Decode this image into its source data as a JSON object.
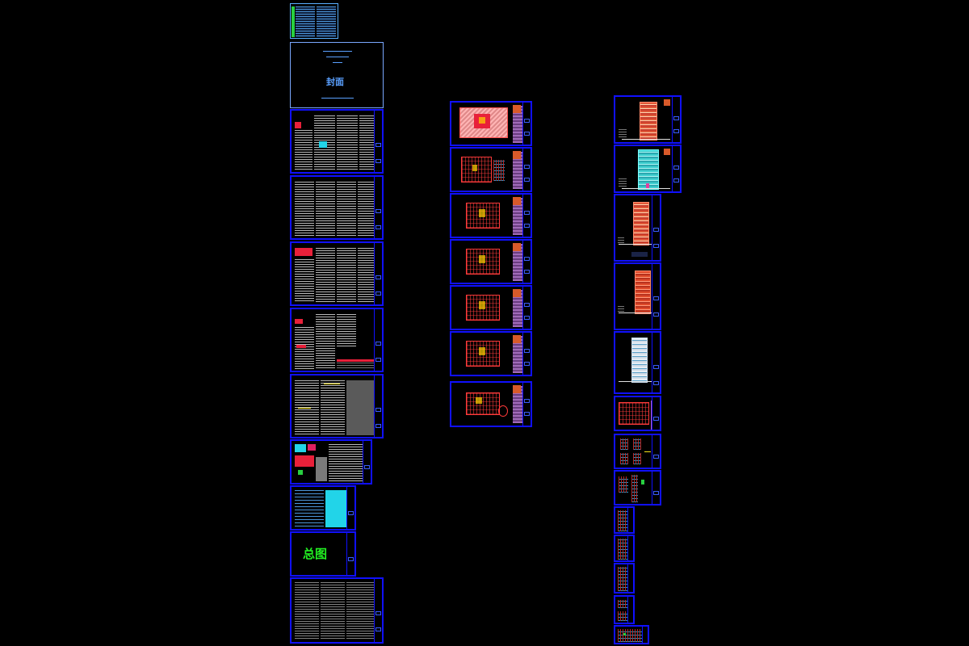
{
  "viewport": {
    "background": "#000000",
    "frame_color": "#1010ff"
  },
  "column_left": {
    "sheets": [
      {
        "name": "index",
        "kind": "index-table"
      },
      {
        "name": "cover",
        "kind": "cover",
        "title_glyph": "封面"
      },
      {
        "name": "design-notes-1",
        "kind": "text-notes"
      },
      {
        "name": "design-notes-2",
        "kind": "text-notes"
      },
      {
        "name": "design-notes-3",
        "kind": "text-notes"
      },
      {
        "name": "design-notes-4",
        "kind": "text-notes"
      },
      {
        "name": "design-notes-5",
        "kind": "text-notes"
      },
      {
        "name": "legend-sheet",
        "kind": "legend"
      },
      {
        "name": "schedule-sheet",
        "kind": "schedule"
      },
      {
        "name": "site-plan",
        "kind": "label",
        "label": "总图"
      },
      {
        "name": "specification-sheet",
        "kind": "text-notes"
      }
    ]
  },
  "column_middle": {
    "sheets": [
      {
        "name": "floor-plan-1",
        "kind": "floor-plan"
      },
      {
        "name": "floor-plan-2",
        "kind": "floor-plan"
      },
      {
        "name": "floor-plan-3",
        "kind": "floor-plan"
      },
      {
        "name": "floor-plan-4",
        "kind": "floor-plan"
      },
      {
        "name": "floor-plan-5",
        "kind": "floor-plan"
      },
      {
        "name": "floor-plan-6",
        "kind": "floor-plan"
      },
      {
        "name": "floor-plan-7",
        "kind": "floor-plan"
      }
    ]
  },
  "column_right": {
    "sheets": [
      {
        "name": "elevation-1",
        "kind": "elevation",
        "palette": "red"
      },
      {
        "name": "elevation-2",
        "kind": "elevation",
        "palette": "cyan"
      },
      {
        "name": "elevation-3",
        "kind": "elevation",
        "palette": "red"
      },
      {
        "name": "elevation-4",
        "kind": "elevation",
        "palette": "red"
      },
      {
        "name": "elevation-5",
        "kind": "elevation",
        "palette": "white"
      },
      {
        "name": "detail-1",
        "kind": "detail"
      },
      {
        "name": "detail-2",
        "kind": "detail"
      },
      {
        "name": "detail-3",
        "kind": "detail"
      },
      {
        "name": "detail-4",
        "kind": "detail"
      },
      {
        "name": "detail-5",
        "kind": "detail"
      },
      {
        "name": "detail-6",
        "kind": "detail"
      },
      {
        "name": "detail-7",
        "kind": "detail"
      },
      {
        "name": "detail-8",
        "kind": "detail"
      }
    ]
  },
  "colors": {
    "frame": "#1010ff",
    "title_text": "#5aa0ff",
    "label_green": "#22ee22",
    "accent_red": "#e8203a",
    "accent_yellow": "#f4e21a",
    "accent_cyan": "#22d4e8"
  }
}
